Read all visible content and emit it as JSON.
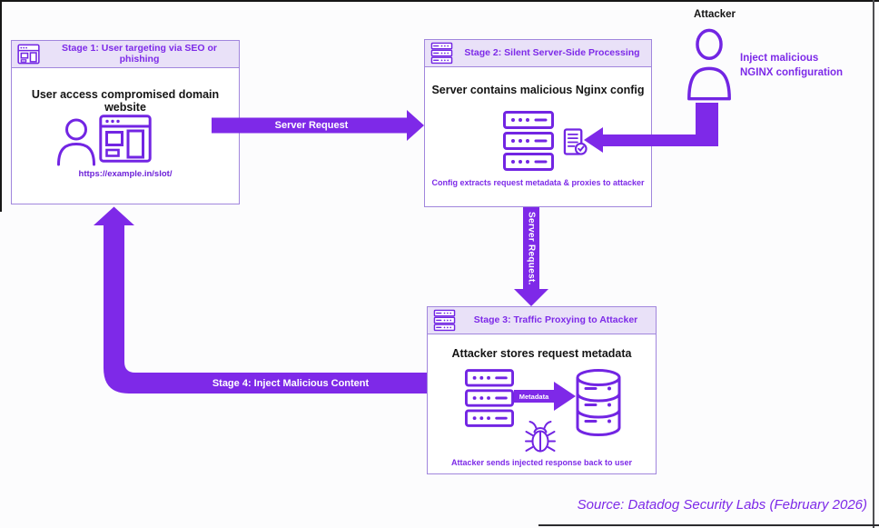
{
  "colors": {
    "purple_text": "#7d2ae8",
    "arrow_purple": "#7e29e8",
    "icon_purple": "#7225e3",
    "header_bg": "#e9e1f8",
    "box_border": "#a186dd",
    "dark_text": "#141414"
  },
  "stage1": {
    "title": "Stage 1: User targeting via SEO or phishing",
    "heading": "User access compromised domain website",
    "url": "https://example.in/slot/"
  },
  "stage2": {
    "title": "Stage 2: Silent Server-Side Processing",
    "heading": "Server contains malicious Nginx config",
    "caption": "Config extracts request metadata & proxies to attacker"
  },
  "stage3": {
    "title": "Stage 3: Traffic Proxying to Attacker",
    "heading": "Attacker stores request metadata",
    "metadata_label": "Metadata",
    "caption": "Attacker sends injected response back to user"
  },
  "attacker": {
    "label": "Attacker",
    "note_line1": "Inject malicious",
    "note_line2": "NGINX configuration"
  },
  "arrows": {
    "stage1_to_stage2_label": "Server Request",
    "stage2_to_stage3_label": "Server Request.",
    "stage4_label": "Stage 4: Inject Malicious Content"
  },
  "icons": {
    "stage1_header": "browser-window-icon",
    "stage2_header": "server-stack-icon",
    "stage3_header": "server-stack-icon",
    "stage1_user": "person-icon",
    "stage1_site": "browser-window-icon",
    "stage2_server": "server-stack-icon",
    "stage2_config": "document-check-icon",
    "stage3_server": "server-stack-icon",
    "stage3_database": "database-icon",
    "stage3_bug": "bug-icon",
    "attacker_person": "person-icon"
  },
  "source": "Source: Datadog Security Labs (February 2026)"
}
